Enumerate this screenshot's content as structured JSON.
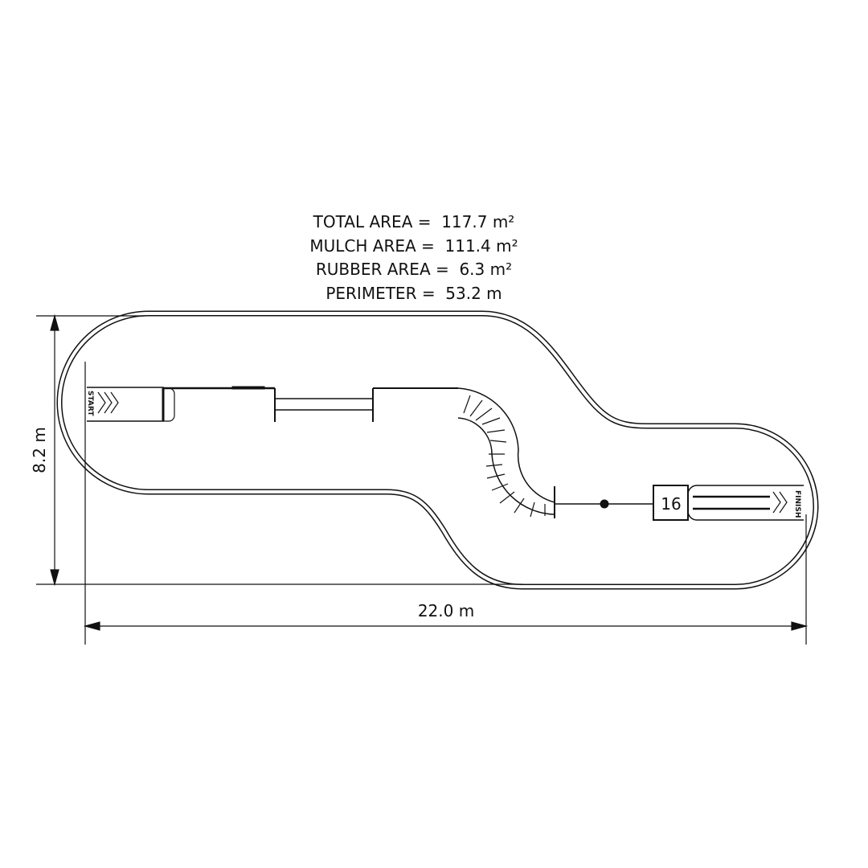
{
  "stats": {
    "total_area": "TOTAL AREA =  117.7 m²",
    "mulch_area": "MULCH AREA =  111.4 m²",
    "rubber_area": "RUBBER AREA =  6.3 m²",
    "perimeter": "PERIMETER =  53.2 m"
  },
  "dimensions": {
    "height": "8.2 m",
    "width": "22.0 m"
  },
  "course": {
    "start_label": "START",
    "finish_label": "FINISH",
    "station_number": "16"
  }
}
